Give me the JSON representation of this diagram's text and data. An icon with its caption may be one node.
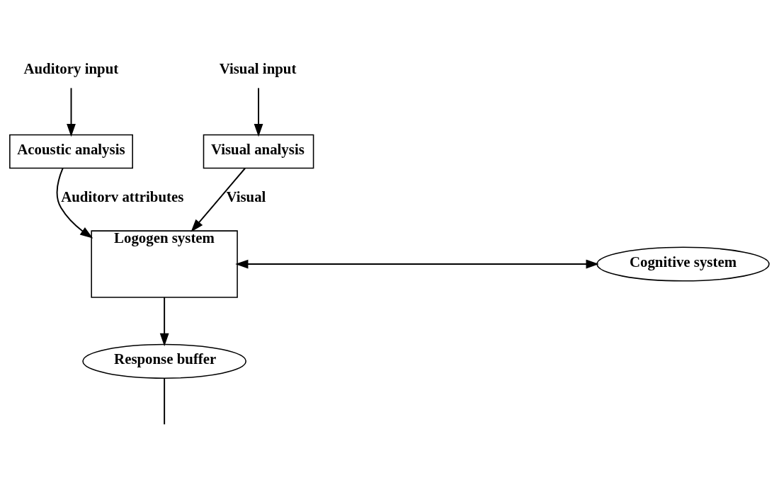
{
  "diagram": {
    "nodes": [
      {
        "text": [
          "Auditory input"
        ]
      },
      {
        "text": [
          "Visual input"
        ]
      },
      {
        "text": [
          "Acoustic analysis"
        ]
      },
      {
        "text": [
          "Visual analysis"
        ]
      },
      {
        "text": [
          "Logogen system"
        ]
      },
      {
        "text": [
          "Cognitive system"
        ]
      },
      {
        "text": [
          "Response buffer"
        ]
      }
    ],
    "edges": [
      {
        "from": 0,
        "to": 2,
        "arrow": "to"
      },
      {
        "from": 1,
        "to": 3,
        "arrow": "to"
      },
      {
        "from": 2,
        "to": 4,
        "arrow": "to",
        "label": "Auditorv attributes"
      },
      {
        "from": 3,
        "to": 4,
        "arrow": "to",
        "label": "Visual"
      },
      {
        "from": 4,
        "to": 5,
        "arrow": "both"
      },
      {
        "from": 4,
        "to": 6,
        "arrow": "to"
      },
      {
        "from": 6,
        "to": null,
        "arrow": "none"
      }
    ]
  }
}
